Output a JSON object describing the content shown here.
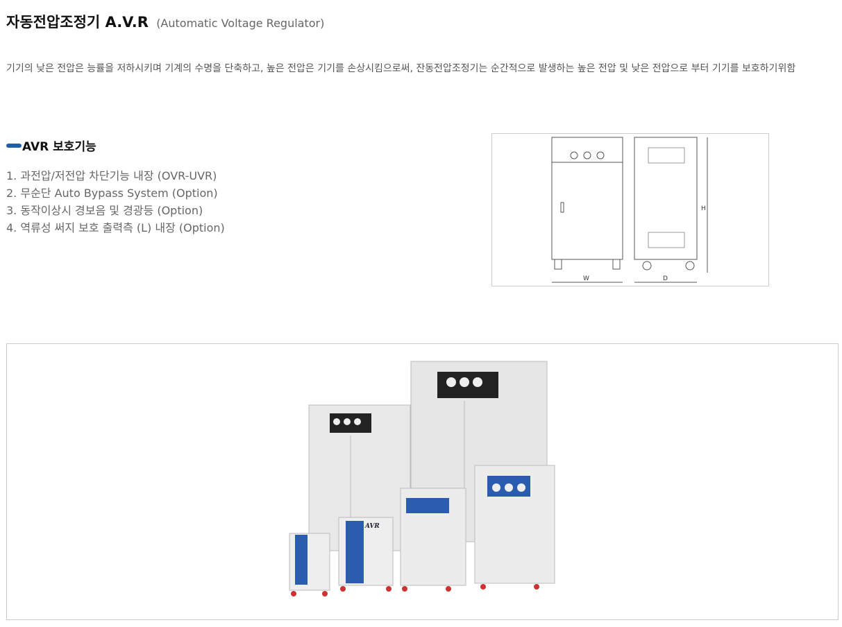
{
  "header": {
    "title": "자동전압조정기 A.V.R",
    "subtitle": "(Automatic Voltage Regulator)"
  },
  "description": "기기의 낮은 전압은 능률을 저하시키며 기계의 수명을 단축하고, 높은 전압은 기기를 손상시킴으로써, 잔동전압조정기는 순간적으로 발생하는 높은 전압 및 낮은 전압으로 부터 기기를 보호하기위함",
  "section": {
    "title": "AVR 보호기능",
    "accent_color": "#1e5fa8",
    "items": [
      "1. 과전압/저전압 차단기능 내장 (OVR-UVR)",
      "2. 무순단 Auto Bypass System (Option)",
      "3. 동작이상시 경보음 및 경광등 (Option)",
      "4. 역류성 써지 보호 출력측 (L) 내장 (Option)"
    ]
  },
  "diagram": {
    "width_label": "W",
    "depth_label": "D",
    "height_label": "H"
  },
  "products": {
    "badge": "AVR"
  }
}
